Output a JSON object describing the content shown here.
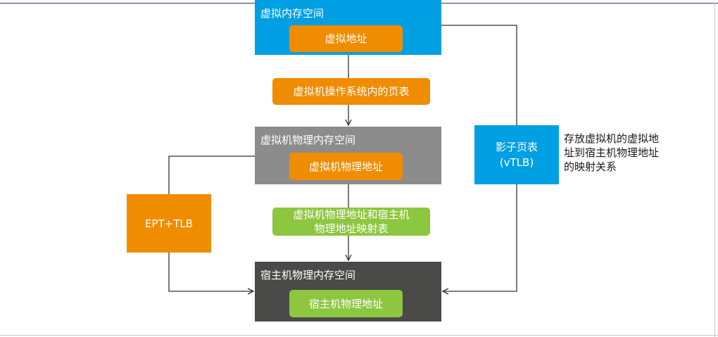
{
  "nodes": {
    "virtual_memory_space": "虚拟内存空间",
    "virtual_address": "虚拟地址",
    "guest_page_table": "虚拟机操作系统内的页表",
    "guest_physical_space": "虚拟机物理内存空间",
    "guest_physical_address": "虚拟机物理地址",
    "mapping_table_line1": "虚拟机物理地址和宿主机",
    "mapping_table_line2": "物理地址映射表",
    "host_physical_space": "宿主机物理内存空间",
    "host_physical_address": "宿主机物理地址",
    "ept_tlb": "EPT+TLB",
    "shadow_page_table": "影子页表",
    "vtlb": "(vTLB)"
  },
  "annotation": {
    "line1": "存放虚拟机的虚拟地",
    "line2": "址到宿主机物理地址",
    "line3": "的映射关系"
  },
  "colors": {
    "blue": "#009fe3",
    "gray": "#8c8c8c",
    "dark": "#4a4a48",
    "orange": "#f08c00",
    "green": "#8dc63f",
    "line": "#333333"
  }
}
